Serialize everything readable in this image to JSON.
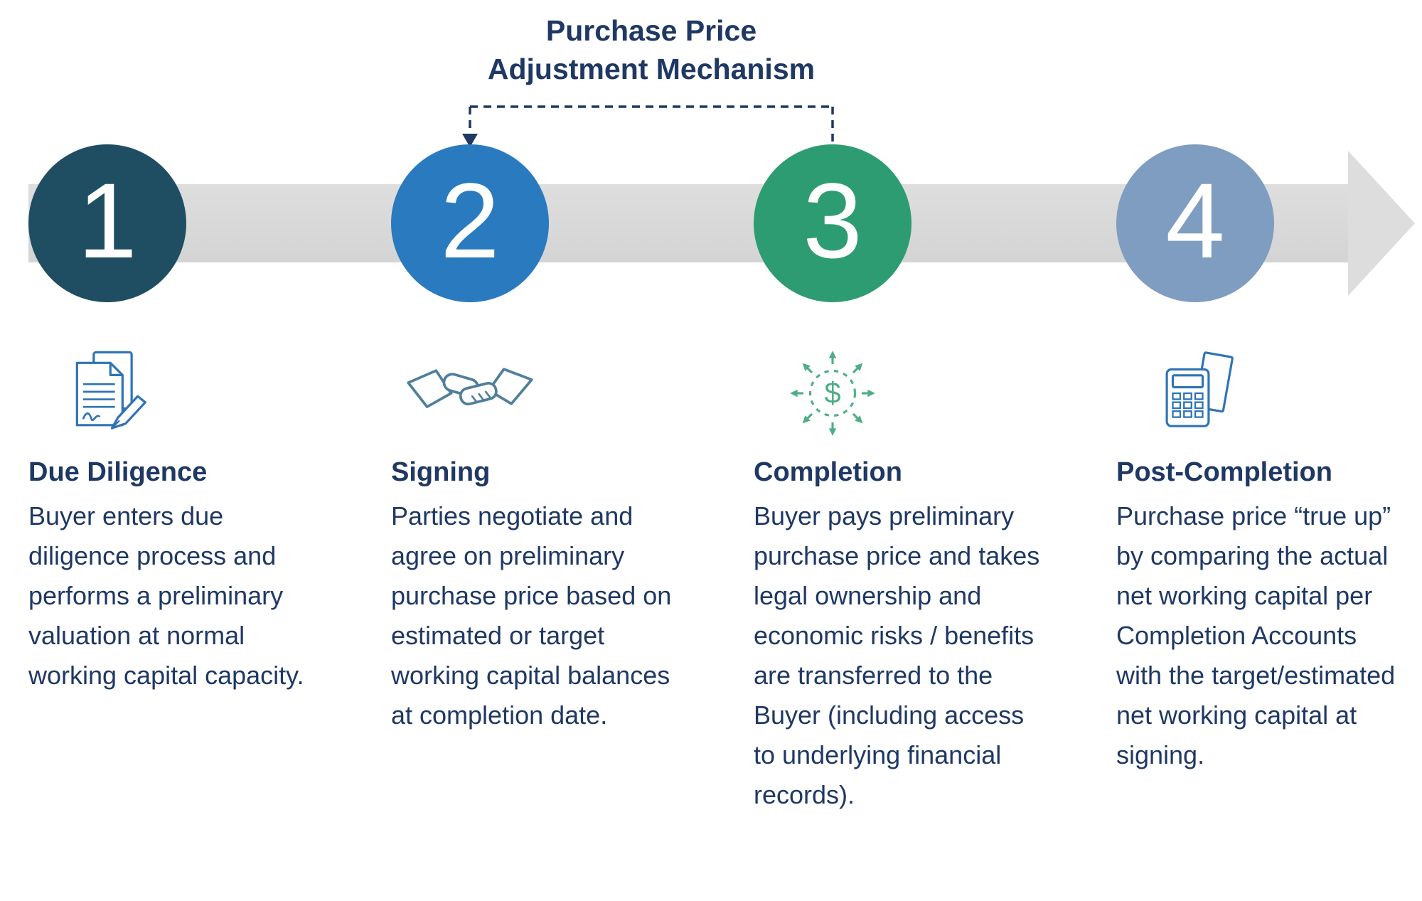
{
  "title": {
    "line1": "Purchase Price",
    "line2": "Adjustment Mechanism"
  },
  "colors": {
    "title_text": "#1F3864",
    "heading_text": "#1F3864",
    "body_text": "#1F3864",
    "number_text": "#FFFFFF",
    "timeline_band": "#D9D9D9",
    "bracket_line": "#1F3864"
  },
  "steps": [
    {
      "number": "1",
      "name": "Due Diligence",
      "description": "Buyer enters due diligence process and performs a preliminary valuation at normal working capital capacity.",
      "circle_color": "#1F4E63",
      "icon": "document-signature-icon",
      "icon_color": "#2E74B5"
    },
    {
      "number": "2",
      "name": "Signing",
      "description": "Parties negotiate and agree on preliminary purchase price based on estimated or target working capital balances at completion date.",
      "circle_color": "#2A7ABF",
      "icon": "handshake-icon",
      "icon_color": "#4E7F9C"
    },
    {
      "number": "3",
      "name": "Completion",
      "description": "Buyer pays preliminary purchase price and takes legal ownership and economic risks / benefits are transferred to the Buyer (including access to underlying financial records).",
      "circle_color": "#2E9C73",
      "icon": "dollar-distribution-icon",
      "icon_color": "#4FAE85"
    },
    {
      "number": "4",
      "name": "Post-Completion",
      "description": "Purchase price “true up” by comparing the actual net working capital per Completion Accounts with the target/estimated net working capital at signing.",
      "circle_color": "#7F9DC1",
      "icon": "calculator-icon",
      "icon_color": "#2E74B5"
    }
  ]
}
